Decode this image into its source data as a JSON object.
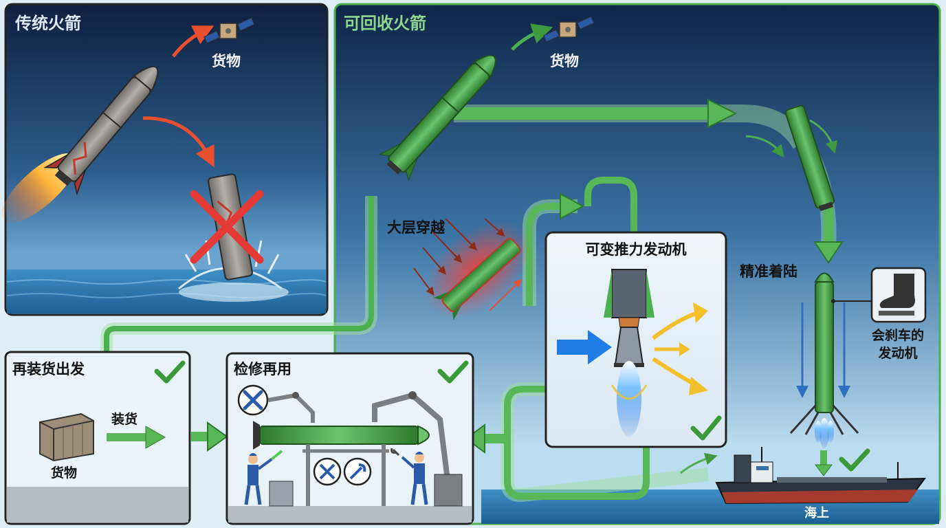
{
  "panels": {
    "traditional": {
      "title": "传统火箭",
      "payload_label": "货物"
    },
    "reusable": {
      "title": "可回收火箭",
      "payload_label": "货物",
      "reentry_label": "大层穿越",
      "landing_label": "精准着陆",
      "brake_label_line1": "会刹车的",
      "brake_label_line2": "发动机",
      "sea_label": "海上"
    },
    "engine": {
      "title": "可变推力发动机"
    },
    "reload": {
      "title": "再装货出发",
      "load_label": "装货",
      "cargo_label": "货物"
    },
    "maintenance": {
      "title": "检修再用"
    }
  },
  "colors": {
    "sky_dark": "#0f2548",
    "sea": "#2e7fb8",
    "green_flow": "#4caf50",
    "rocket_green": "#3f9a3f",
    "rocket_gray": "#8d8a86",
    "fail_red": "#e53935",
    "heat_red": "#ff5a4a",
    "check_green": "#3a9a3a"
  },
  "icons": [
    "satellite-icon",
    "cross-mark-icon",
    "check-mark-icon",
    "wrench-screwdriver-icon",
    "boot-pedal-icon",
    "cargo-crate-icon"
  ]
}
